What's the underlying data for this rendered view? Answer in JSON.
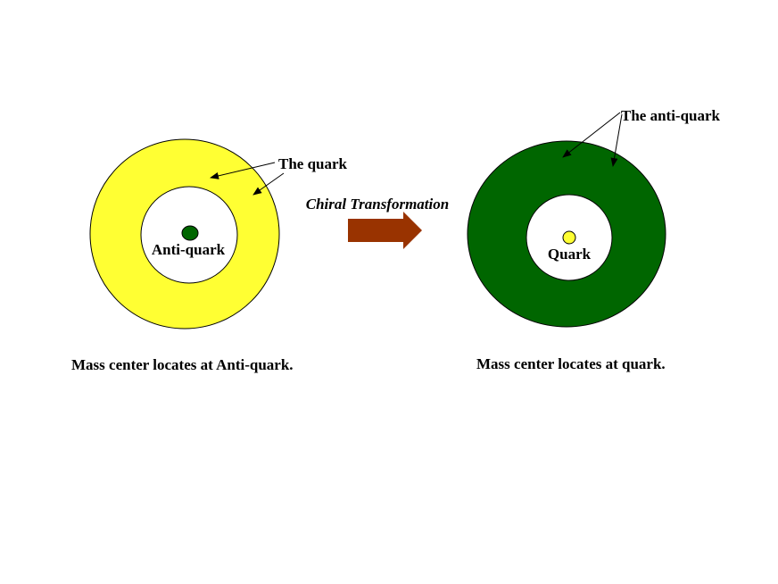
{
  "left_panel": {
    "outer_label": "The quark",
    "inner_label": "Anti-quark",
    "caption": "Mass center locates at Anti-quark."
  },
  "transformation": {
    "label": "Chiral Transformation"
  },
  "right_panel": {
    "outer_label": "The anti-quark",
    "inner_label": "Quark",
    "caption": "Mass center locates at quark."
  },
  "colors": {
    "quark": "#ffff33",
    "anti_quark": "#006600",
    "arrow": "#993300",
    "background": "#ffffff"
  }
}
